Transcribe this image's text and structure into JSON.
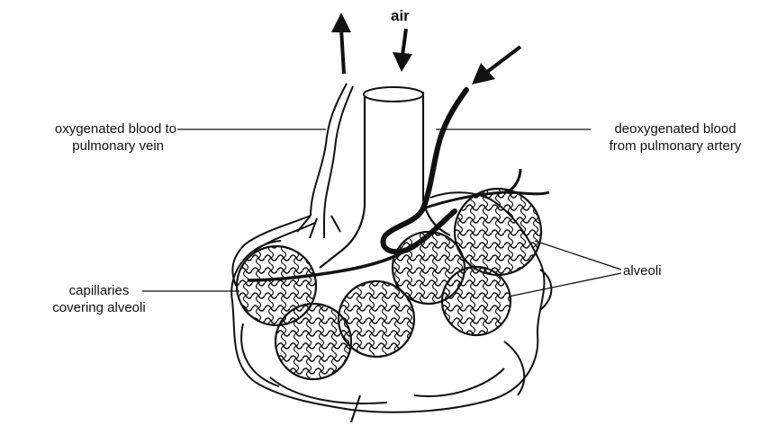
{
  "labels": {
    "air": "air",
    "oxygenated_line1": "oxygenated blood to",
    "oxygenated_line2": "pulmonary vein",
    "deoxygenated_line1": "deoxygenated  blood",
    "deoxygenated_line2": "from pulmonary artery",
    "capillaries_line1": "capillaries",
    "capillaries_line2": "covering alveoli",
    "alveoli": "alveoli"
  },
  "colors": {
    "ink": "#111111",
    "background": "#ffffff"
  }
}
